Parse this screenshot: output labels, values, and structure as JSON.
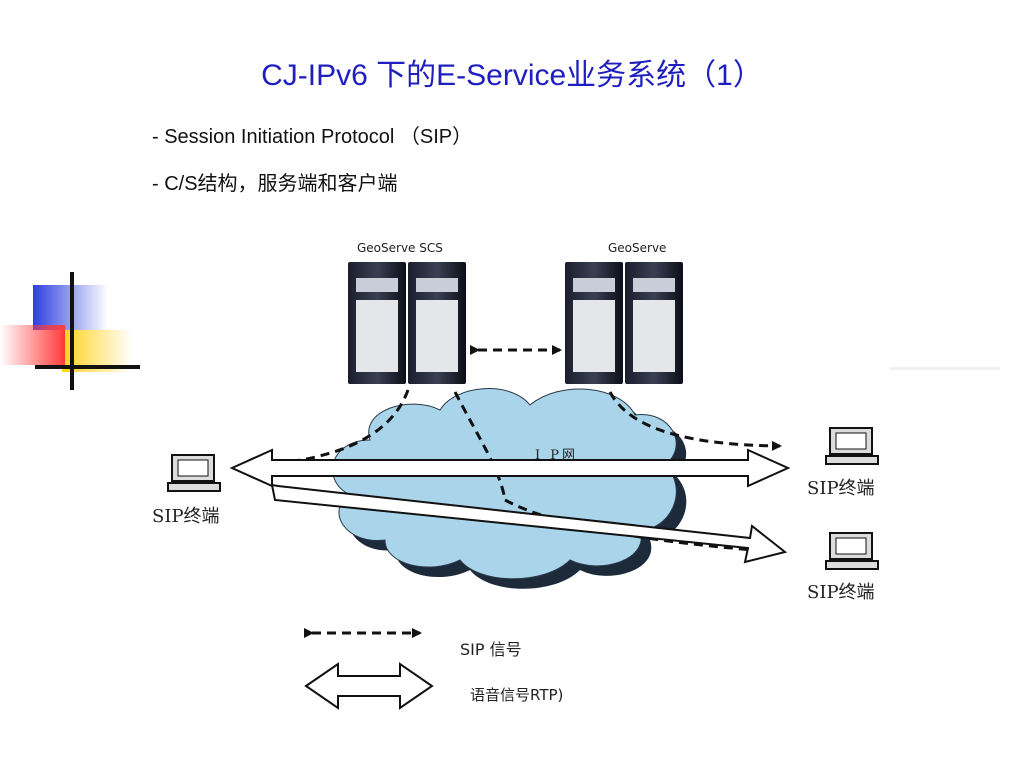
{
  "slide": {
    "title": "CJ-IPv6 下的E-Service业务系统（1）",
    "bullets": [
      "- Session Initiation Protocol （SIP）",
      "- C/S结构，服务端和客户端"
    ]
  },
  "diagram": {
    "server_left_label": "GeoServe SCS",
    "server_right_label": "GeoServe",
    "cloud_label": "I P网",
    "terminal_left_label": "SIP终端",
    "terminal_right_top_label": "SIP终端",
    "terminal_right_bottom_label": "SIP终端",
    "legend": {
      "sip_label": "SIP 信号",
      "rtp_label": "语音信号RTP)"
    }
  },
  "colors": {
    "title": "#1f1fbf",
    "cloud_fill": "#a9d4ea",
    "cloud_shadow": "#1c2a3a",
    "deco_blue": "#2f3fe0",
    "deco_yellow": "#ffd21a",
    "deco_red": "#ff3a3a"
  }
}
